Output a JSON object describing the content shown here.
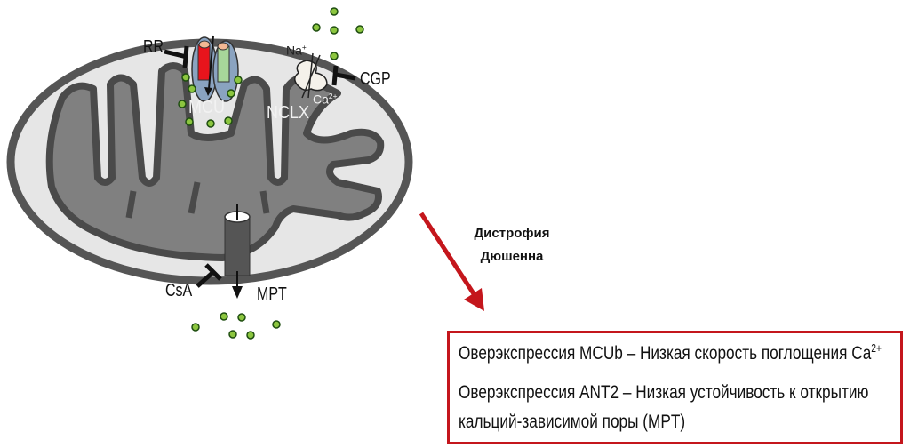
{
  "diagram": {
    "labels": {
      "rr": "RR",
      "mcu": "MCU",
      "na": "Na",
      "na_sup": "+",
      "ca": "Ca",
      "ca_sup": "2+",
      "nclx": "NCLX",
      "cgp": "CGP",
      "csa": "CsA",
      "mpt": "MPT"
    },
    "arrow_label_line1": "Дистрофия",
    "arrow_label_line2": "Дюшенна"
  },
  "info_box": {
    "line1": "Оверэкспрессия MCUb – Низкая скорость поглощения Ca",
    "line1_sup": "2+",
    "line2": "Оверэкспрессия ANT2 – Низкая устойчивость к открытию",
    "line3": "кальций-зависимой поры (MPT)"
  },
  "colors": {
    "accent_red": "#c4161c",
    "calcium_green": "#8cc63f",
    "membrane": "#555555",
    "matrix": "#7f7f7f"
  }
}
